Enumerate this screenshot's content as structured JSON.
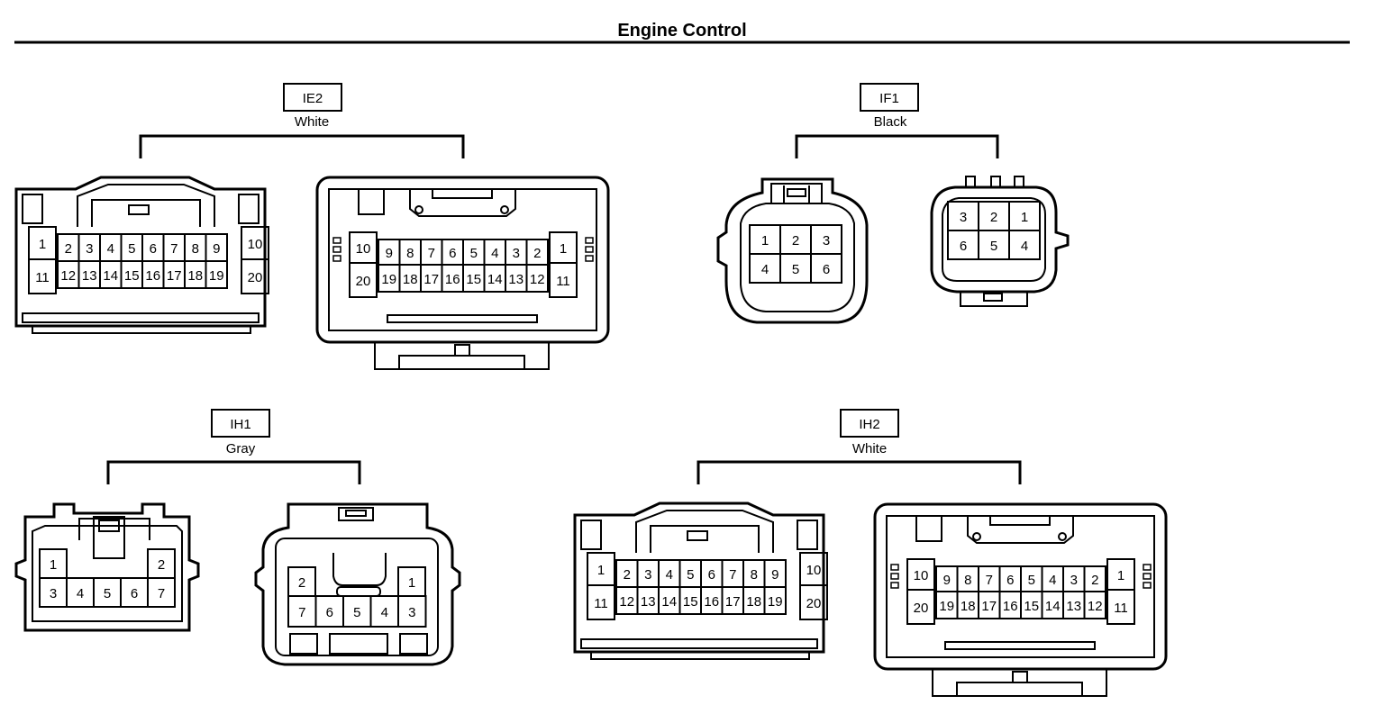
{
  "title": "Engine Control",
  "groups": [
    {
      "id": "IE2",
      "color": "White"
    },
    {
      "id": "IF1",
      "color": "Black"
    },
    {
      "id": "IH1",
      "color": "Gray"
    },
    {
      "id": "IH2",
      "color": "White"
    }
  ],
  "pins": {
    "p20_left": {
      "top": [
        "1",
        "2",
        "3",
        "4",
        "5",
        "6",
        "7",
        "8",
        "9",
        "10"
      ],
      "bottom": [
        "11",
        "12",
        "13",
        "14",
        "15",
        "16",
        "17",
        "18",
        "19",
        "20"
      ]
    },
    "p20_right": {
      "top": [
        "10",
        "9",
        "8",
        "7",
        "6",
        "5",
        "4",
        "3",
        "2",
        "1"
      ],
      "bottom": [
        "20",
        "19",
        "18",
        "17",
        "16",
        "15",
        "14",
        "13",
        "12",
        "11"
      ]
    },
    "p6_left": {
      "top": [
        "1",
        "2",
        "3"
      ],
      "bottom": [
        "4",
        "5",
        "6"
      ]
    },
    "p6_right": {
      "top": [
        "3",
        "2",
        "1"
      ],
      "bottom": [
        "6",
        "5",
        "4"
      ]
    },
    "p7_left": {
      "top": [
        "1",
        "2"
      ],
      "bottom": [
        "3",
        "4",
        "5",
        "6",
        "7"
      ]
    },
    "p7_right": {
      "top": [
        "2",
        "1"
      ],
      "bottom": [
        "7",
        "6",
        "5",
        "4",
        "3"
      ]
    }
  }
}
